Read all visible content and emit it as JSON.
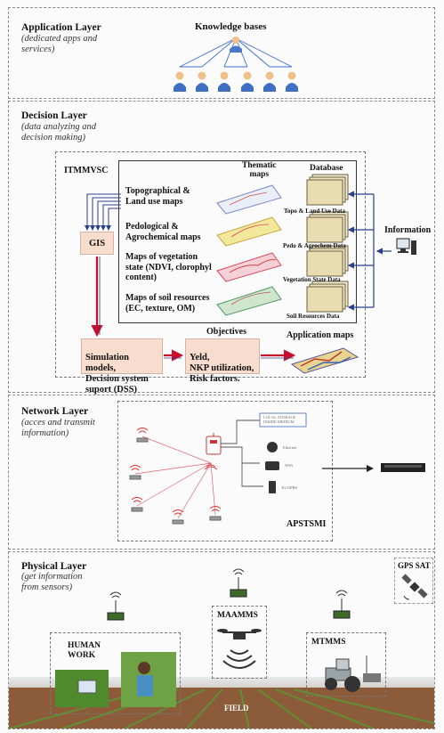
{
  "application_layer": {
    "title": "Application Layer",
    "subtitle": "(dedicated apps and\nservices)",
    "knowledge_label": "Knowledge bases"
  },
  "decision_layer": {
    "title": "Decision Layer",
    "subtitle": "(data analyzing and\ndecision making)",
    "system_label": "ITMMVSC",
    "thematic_label": "Thematic\nmaps",
    "database_label": "Database",
    "gis_label": "GIS",
    "maps": [
      "Topographical &\nLand use maps",
      "Pedological &\nAgrochemical maps",
      "Maps of vegetation\nstate (NDVI, clorophyl\ncontent)",
      "Maps of soil resources\n(EC, texture, OM)"
    ],
    "databases": [
      "Topo & Land Use Data",
      "Pedo & Agrochem Data",
      "Vegetation State Data",
      "Soil Resources Data"
    ],
    "information_label": "Information",
    "simulation_label": "Simulation models,\nDecision system\nsuport (DSS)",
    "objectives_label": "Objectives",
    "objectives_text": "Yeld,\nNKP utilization,\nRisk factors.",
    "application_maps_label": "Application maps"
  },
  "network_layer": {
    "title": "Network Layer",
    "subtitle": "(acces and transmit\ninformation)",
    "system_label": "APSTSMI",
    "local_storage": "LOCAL STORAGE\nINSIDE MEDIUM",
    "ethernet": "Ethernet",
    "wifi": "WiFi",
    "cellular": "3G/GPRS"
  },
  "physical_layer": {
    "title": "Physical Layer",
    "subtitle": "(get information\nfrom sensors)",
    "gps_label": "GPS SAT",
    "human_label": "HUMAN\nWORK",
    "maammS_label": "MAAMMS",
    "mtmms_label": "MTMMS",
    "field_label": "FIELD"
  },
  "colors": {
    "box_fill": "#f8dccd",
    "arrow_blue": "#2b3f8f",
    "arrow_red": "#c8102e",
    "folder": "#e8dcb0"
  }
}
